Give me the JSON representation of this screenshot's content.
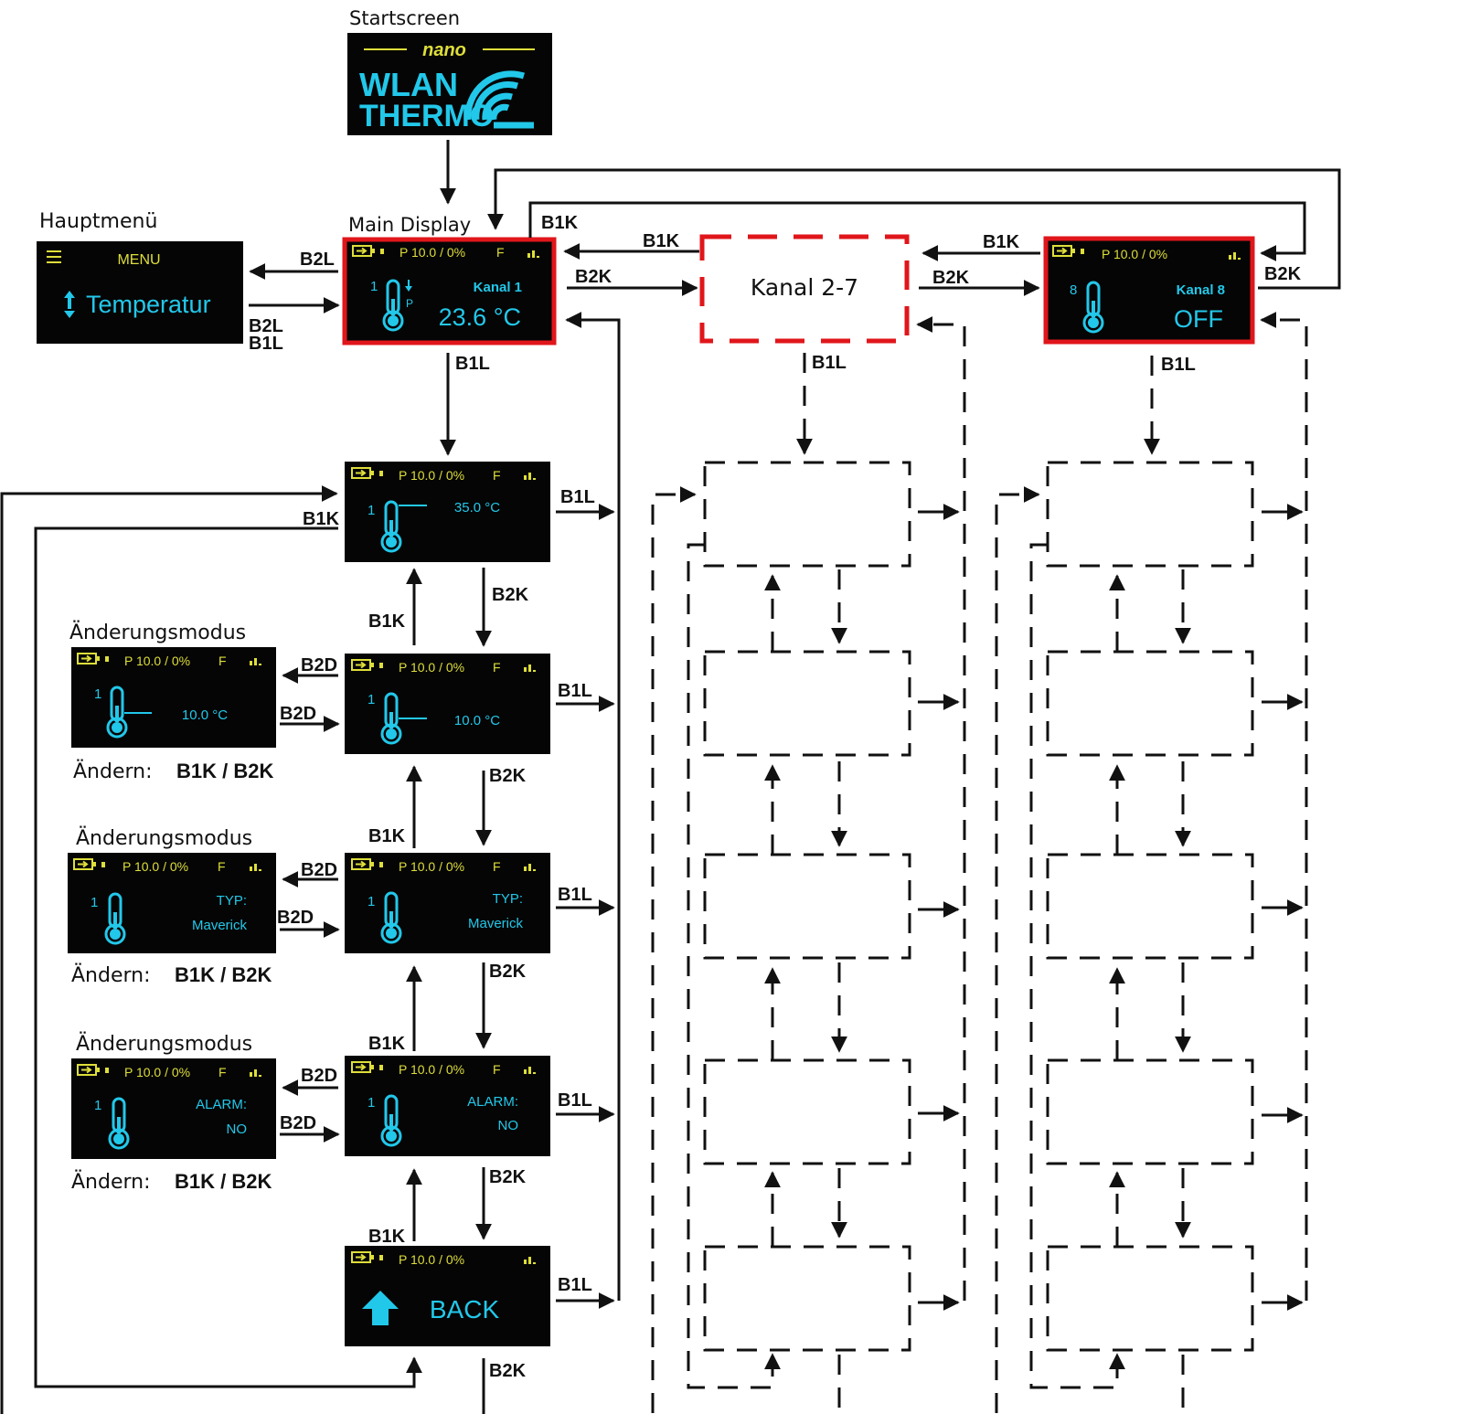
{
  "startscreen": {
    "caption": "Startscreen",
    "logo_top": "nano",
    "logo_line1": "WLAN",
    "logo_line2": "THERMO"
  },
  "main_display": {
    "caption": "Main Display",
    "status": "P 10.0 / 0%",
    "flag": "F",
    "channel_num": "1",
    "channel_label": "Kanal 1",
    "temp": "23.6 °C"
  },
  "hauptmenu": {
    "caption": "Hauptmenü",
    "title": "MENU",
    "item": "Temperatur"
  },
  "kanal_2_7": {
    "label": "Kanal 2-7"
  },
  "kanal_8": {
    "status": "P 10.0 / 0%",
    "channel_num": "8",
    "channel_label": "Kanal 8",
    "value": "OFF"
  },
  "screens": {
    "temp_max": {
      "status": "P 10.0 / 0%",
      "flag": "F",
      "channel_num": "1",
      "value": "35.0 °C"
    },
    "temp_min": {
      "status": "P 10.0 / 0%",
      "flag": "F",
      "channel_num": "1",
      "value": "10.0 °C"
    },
    "typ": {
      "status": "P 10.0 / 0%",
      "flag": "F",
      "channel_num": "1",
      "label": "TYP:",
      "value": "Maverick"
    },
    "alarm": {
      "status": "P 10.0 / 0%",
      "flag": "F",
      "channel_num": "1",
      "label": "ALARM:",
      "value": "NO"
    },
    "back": {
      "status": "P 10.0 / 0%",
      "label": "BACK"
    }
  },
  "edit_mode": {
    "caption": "Änderungsmodus",
    "change_label": "Ändern:",
    "change_keys": "B1K / B2K"
  },
  "keys": {
    "B1K": "B1K",
    "B2K": "B2K",
    "B1L": "B1L",
    "B2L": "B2L",
    "B2D": "B2D"
  },
  "colors": {
    "screen_bg": "#050505",
    "status_yellow": "#dede3a",
    "display_cyan": "#22c8ea",
    "highlight_red": "#e0161b",
    "line": "#111111"
  }
}
